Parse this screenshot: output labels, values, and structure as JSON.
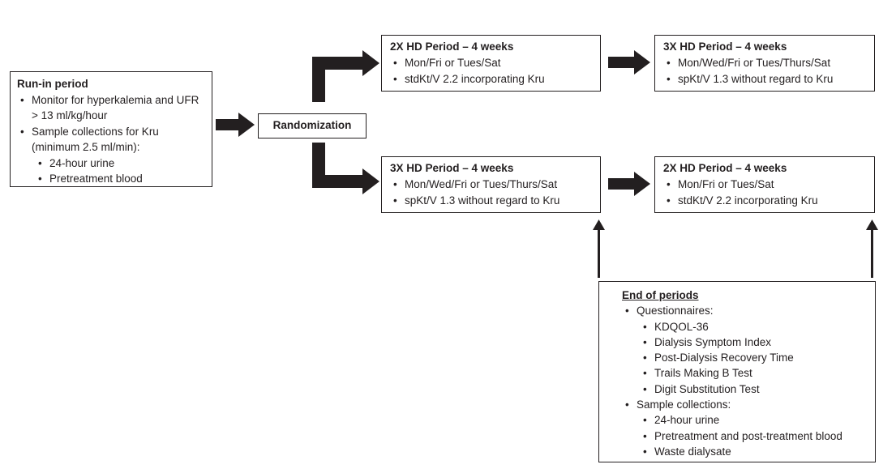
{
  "colors": {
    "ink": "#231f20",
    "paper": "#ffffff"
  },
  "boxes": {
    "run_in": {
      "title": "Run-in period",
      "bullets": [
        "Monitor for hyperkalemia and UFR > 13 ml/kg/hour",
        "Sample collections for Kru (minimum 2.5 ml/min):"
      ],
      "sub_bullets": [
        "24-hour urine",
        "Pretreatment blood"
      ]
    },
    "randomization": {
      "label": "Randomization"
    },
    "arm1_period1": {
      "title": "2X HD Period – 4 weeks",
      "bullets": [
        "Mon/Fri or Tues/Sat",
        "stdKt/V 2.2 incorporating Kru"
      ]
    },
    "arm1_period2": {
      "title": "3X HD Period – 4 weeks",
      "bullets": [
        "Mon/Wed/Fri or Tues/Thurs/Sat",
        "spKt/V 1.3 without regard to Kru"
      ]
    },
    "arm2_period1": {
      "title": "3X HD Period – 4 weeks",
      "bullets": [
        "Mon/Wed/Fri or Tues/Thurs/Sat",
        "spKt/V 1.3 without regard to Kru"
      ]
    },
    "arm2_period2": {
      "title": "2X HD Period – 4 weeks",
      "bullets": [
        "Mon/Fri or Tues/Sat",
        "stdKt/V 2.2 incorporating Kru"
      ]
    },
    "end_of_periods": {
      "title": "End of periods",
      "sections": [
        {
          "label": "Questionnaires:",
          "items": [
            "KDQOL-36",
            "Dialysis Symptom Index",
            "Post-Dialysis Recovery Time",
            "Trails Making B Test",
            "Digit Substitution Test"
          ]
        },
        {
          "label": "Sample collections:",
          "items": [
            "24-hour urine",
            "Pretreatment and post-treatment blood",
            "Waste dialysate"
          ]
        }
      ]
    }
  }
}
